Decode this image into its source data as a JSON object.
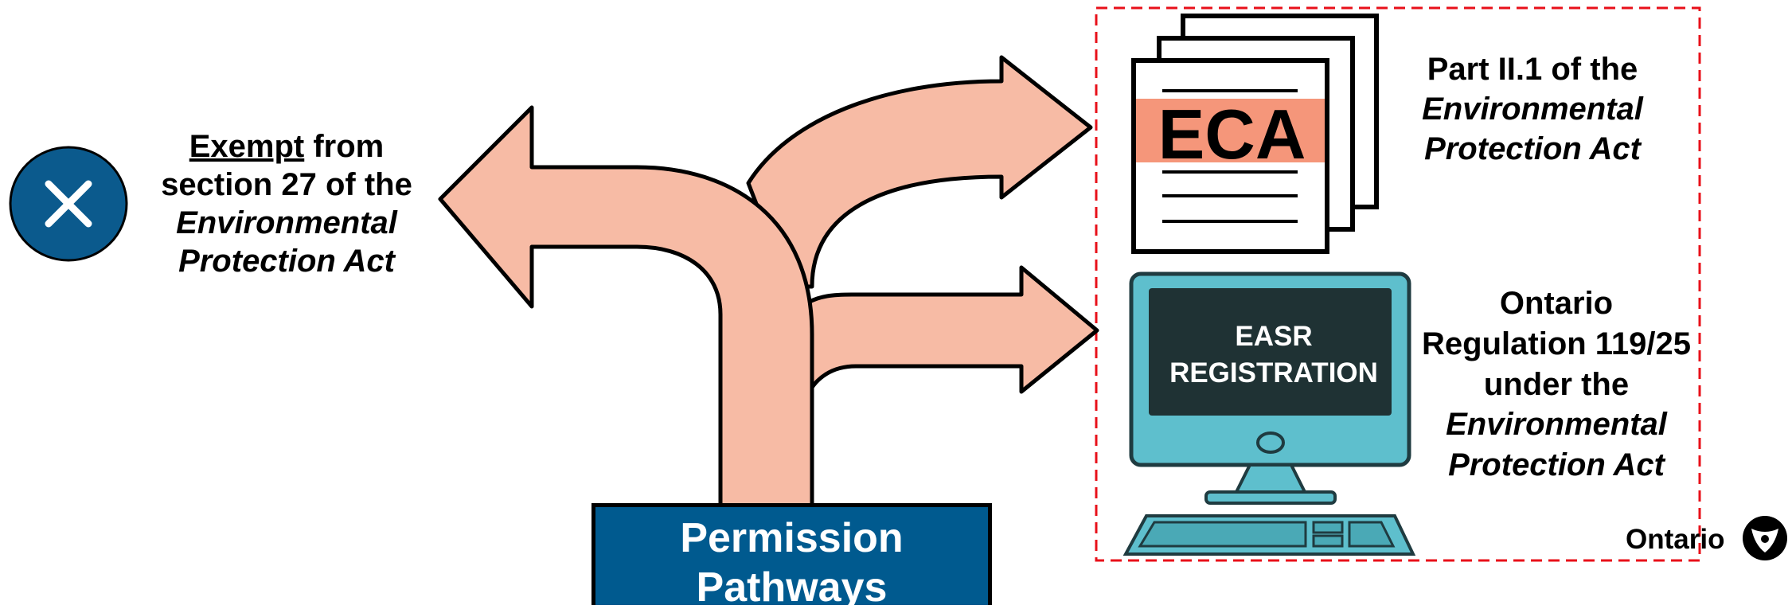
{
  "left_label": {
    "exempt": "Exempt",
    "line1_rest": " from",
    "line2": "section 27 of the",
    "line3": "Environmental",
    "line4": "Protection Act"
  },
  "eca": {
    "icon_text": "ECA",
    "label_line1": "Part II.1 of the",
    "label_line2": "Environmental",
    "label_line3": "Protection Act"
  },
  "easr": {
    "screen_line1": "EASR",
    "screen_line2": "REGISTRATION",
    "label_line1": "Ontario",
    "label_line2": "Regulation 119/25",
    "label_line3": "under the",
    "label_line4": "Environmental",
    "label_line5": "Protection Act"
  },
  "pathways": {
    "line1": "Permission",
    "line2": "Pathways"
  },
  "brand": {
    "name": "Ontario"
  },
  "colors": {
    "arrow_fill": "#f7bba5",
    "eca_band": "#f5967a",
    "x_circle": "#0b5a8d",
    "pathways_box": "#005a8f",
    "monitor": "#5ebfcd",
    "screen": "#1f3234",
    "dashed_border": "#e8101a"
  },
  "icons": [
    "x-mark-icon",
    "document-stack-icon",
    "computer-icon",
    "trillium-icon"
  ]
}
